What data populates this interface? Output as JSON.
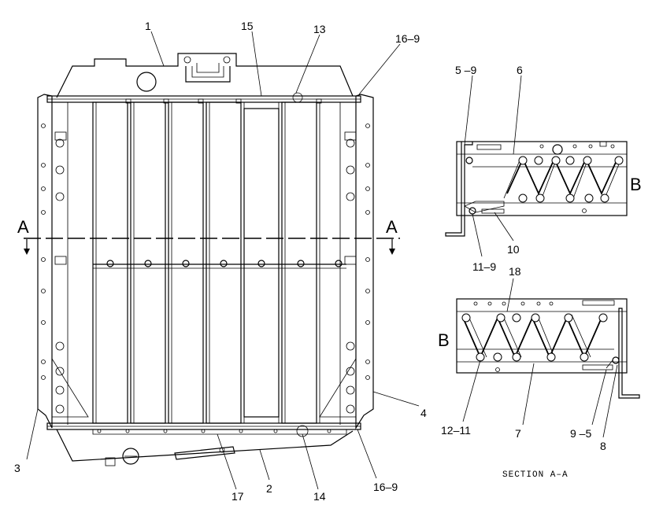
{
  "labels": {
    "c1": "1",
    "c15": "15",
    "c13": "13",
    "c16_9_top": "16–9",
    "c3": "3",
    "c4": "4",
    "c17": "17",
    "c2": "2",
    "c14": "14",
    "c16_9_bot": "16–9",
    "sectA_left": "A",
    "sectA_right": "A",
    "c5_9": "5 –9",
    "c6": "6",
    "cB_top": "B",
    "c10": "10",
    "c11_9": "11–9",
    "c18": "18",
    "cB_bot": "B",
    "c12_11": "12–11",
    "c7": "7",
    "c9_5": "9 –5",
    "c8": "8",
    "caption": "SECTION A–A"
  }
}
